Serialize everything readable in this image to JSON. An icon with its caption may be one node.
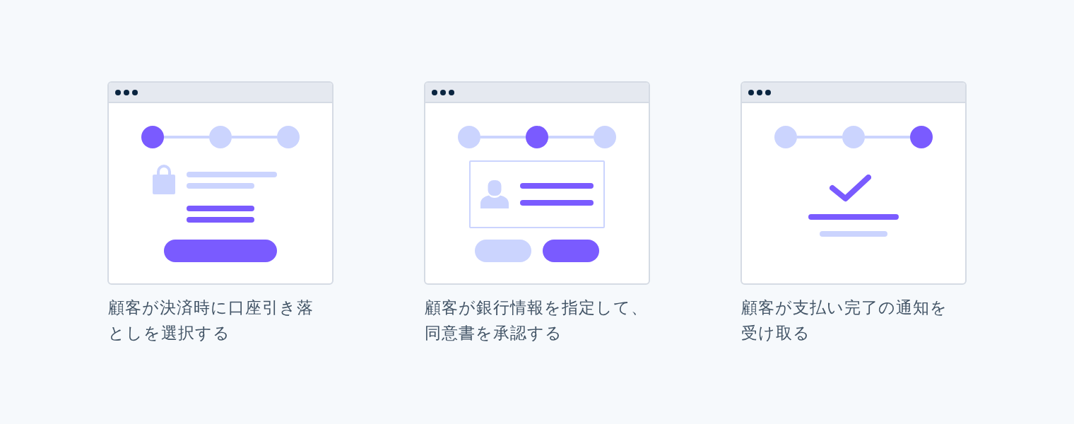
{
  "diagram": {
    "nodes": [
      {
        "text": [],
        "shape": "picture",
        "beside": [
          "顧客が決済時に口座引き落としを選択する"
        ]
      },
      {
        "text": [],
        "shape": "picture",
        "beside": [
          "顧客が銀行情報を指定して、同意書を承認する"
        ]
      },
      {
        "text": [],
        "shape": "picture",
        "beside": [
          "顧客が支払い完了の通知を受け取る"
        ]
      }
    ]
  }
}
